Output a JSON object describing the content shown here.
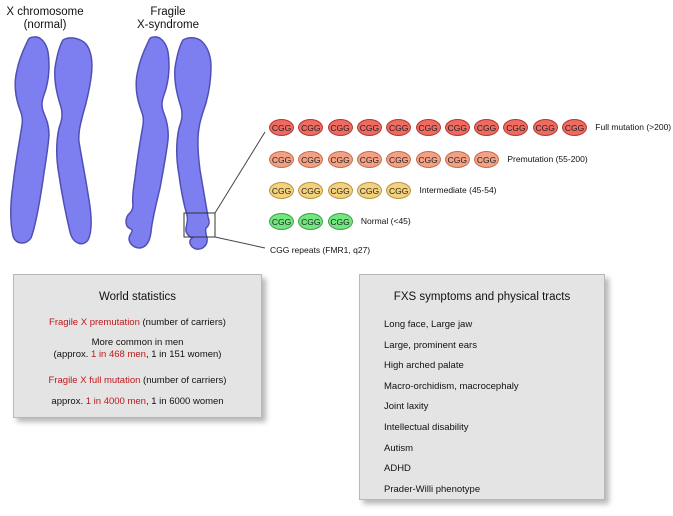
{
  "chromosomes": {
    "normal_title_line1": "X chromosome",
    "normal_title_line2": "(normal)",
    "fragile_title_line1": "Fragile",
    "fragile_title_line2": "X-syndrome",
    "body_color": "#7d7ff0",
    "outline_color": "#5050b4"
  },
  "repeats": {
    "label": "CGG repeats (FMR1, q27)",
    "unit_text": "CGG",
    "rows": [
      {
        "label": "Full mutation (>200)",
        "count": 11,
        "fill": "#ef6a60",
        "stroke": "#b23a33"
      },
      {
        "label": "Premutation (55-200)",
        "count": 8,
        "fill": "#f3a184",
        "stroke": "#c66e52"
      },
      {
        "label": "Intermediate (45-54)",
        "count": 5,
        "fill": "#f4d27d",
        "stroke": "#b89744"
      },
      {
        "label": "Normal (<45)",
        "count": 3,
        "fill": "#73e67f",
        "stroke": "#3aa448"
      }
    ]
  },
  "world_statistics": {
    "title": "World statistics",
    "prem_red": "Fragile X premutation",
    "prem_rest": " (number of carriers)",
    "more_common": "More common in men",
    "approx1_a": "(approx. ",
    "approx1_red": "1 in 468 men",
    "approx1_b": ", 1 in 151 women)",
    "full_red": "Fragile X full mutation",
    "full_rest": " (number of carriers)",
    "approx2_a": "approx. ",
    "approx2_red": "1 in 4000 men",
    "approx2_b": ", 1 in 6000 women"
  },
  "symptoms": {
    "title": "FXS symptoms and physical tracts",
    "items": [
      "Long face, Large jaw",
      "Large, prominent ears",
      "High arched palate",
      "Macro-orchidism, macrocephaly",
      "Joint laxity",
      "Intellectual disability",
      "Autism",
      "ADHD",
      "Prader-Willi phenotype"
    ]
  }
}
